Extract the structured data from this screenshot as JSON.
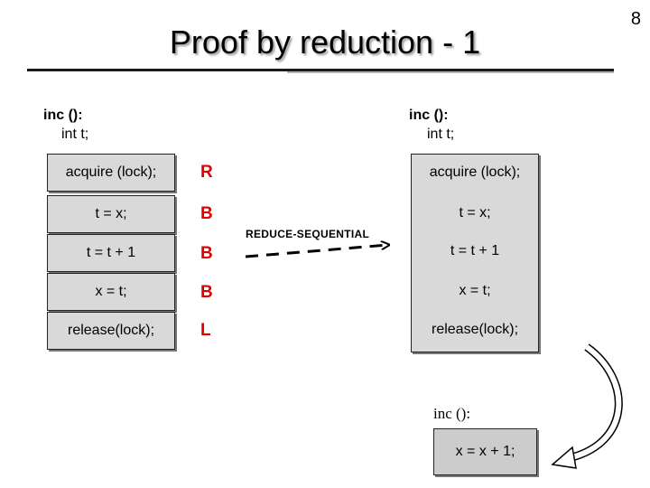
{
  "slide_number": "8",
  "title": "Proof by reduction - 1",
  "left": {
    "header": "inc ():",
    "decl": "int t;",
    "statements": [
      {
        "text": "acquire (lock);",
        "tag": "R"
      },
      {
        "text": "t = x;",
        "tag": "B"
      },
      {
        "text": "t = t + 1",
        "tag": "B"
      },
      {
        "text": "x = t;",
        "tag": "B"
      },
      {
        "text": "release(lock);",
        "tag": "L"
      }
    ]
  },
  "transform": {
    "label": "REDUCE-SEQUENTIAL"
  },
  "right": {
    "header": "inc ():",
    "decl": "int t;",
    "statements": [
      "acquire (lock);",
      "t = x;",
      "t = t + 1",
      "x = t;",
      "release(lock);"
    ]
  },
  "result": {
    "header": "inc ():",
    "statement": "x = x + 1;"
  },
  "colors": {
    "tag": "#e00000",
    "box_fill": "#d9d9d9",
    "result_fill": "#cccccc"
  }
}
